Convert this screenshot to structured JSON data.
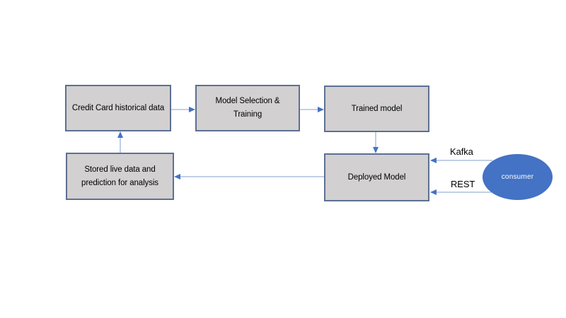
{
  "diagram": {
    "nodes": {
      "credit_card": {
        "label": "Credit Card historical data",
        "shape": "rect"
      },
      "model_selection": {
        "label": "Model Selection & Training",
        "shape": "rect"
      },
      "trained": {
        "label": "Trained model",
        "shape": "rect"
      },
      "deployed": {
        "label": "Deployed Model",
        "shape": "rect"
      },
      "stored": {
        "label": "Stored live data and prediction for analysis",
        "shape": "rect"
      },
      "consumer": {
        "label": "consumer",
        "shape": "ellipse"
      }
    },
    "edge_labels": {
      "kafka": "Kafka",
      "rest": "REST"
    },
    "edges": [
      {
        "from": "credit_card",
        "to": "model_selection",
        "label": ""
      },
      {
        "from": "model_selection",
        "to": "trained",
        "label": ""
      },
      {
        "from": "trained",
        "to": "deployed",
        "label": ""
      },
      {
        "from": "deployed",
        "to": "stored",
        "label": ""
      },
      {
        "from": "stored",
        "to": "credit_card",
        "label": ""
      },
      {
        "from": "consumer",
        "to": "deployed",
        "label": "Kafka"
      },
      {
        "from": "consumer",
        "to": "deployed",
        "label": "REST"
      }
    ],
    "colors": {
      "canvas": "#ffffff",
      "box_fill": "#d2d0d0",
      "box_border": "#5d6f94",
      "connector_line": "#9db3d8",
      "arrowhead": "#4472c4",
      "consumer_fill": "#4472c4",
      "consumer_text": "#ffffff",
      "label_text": "#000000"
    }
  }
}
